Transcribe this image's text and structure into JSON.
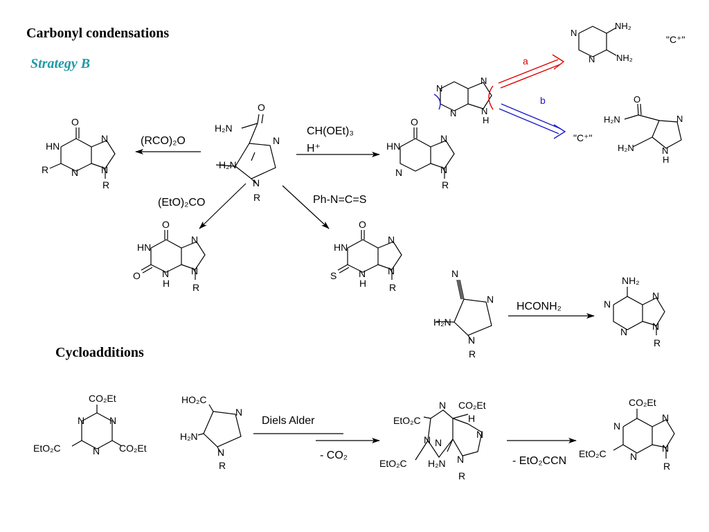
{
  "headings": {
    "carbonyl": "Carbonyl condensations",
    "strategy": "Strategy B",
    "cycloadditions": "Cycloadditions"
  },
  "colors": {
    "strategy": "#1f9aa6",
    "path_a": "#e00000",
    "path_b": "#1a1acc"
  },
  "retro": {
    "label_a": "a",
    "label_b": "b",
    "cplus": "\"C⁺\"",
    "diaminopyrimidine": {
      "nh2_top": "NH₂",
      "nh2_bottom": "NH₂",
      "n1": "N",
      "n2": "N"
    },
    "aminoimidazole": {
      "h2n_top": "H₂N",
      "o": "O",
      "h2n_bottom": "H₂N",
      "n": "N",
      "nh": "N",
      "h": "H"
    },
    "purine": {
      "n1": "N",
      "n3": "N",
      "n7": "N",
      "n9": "N",
      "h": "H"
    }
  },
  "reagents": {
    "anhydride": "(RCO)₂O",
    "orthoformate": "CH(OEt)₃",
    "acid": "H⁺",
    "carbonate": "(EtO)₂CO",
    "isothiocyanate": "Ph-N=C=S",
    "formamide": "HCONH₂",
    "diels_alder": "Diels Alder",
    "minus_co2": "- CO₂",
    "minus_nitrile": "- EtO₂CCN"
  },
  "atoms": {
    "O": "O",
    "N": "N",
    "HN": "HN",
    "H": "H",
    "R": "R",
    "S": "S",
    "NH2": "NH₂",
    "H2N": "H₂N",
    "HO2C": "HO₂C",
    "CO2Et": "CO₂Et",
    "EtO2C": "EtO₂C",
    "N_minus": "N",
    "cyano_N": "N"
  }
}
